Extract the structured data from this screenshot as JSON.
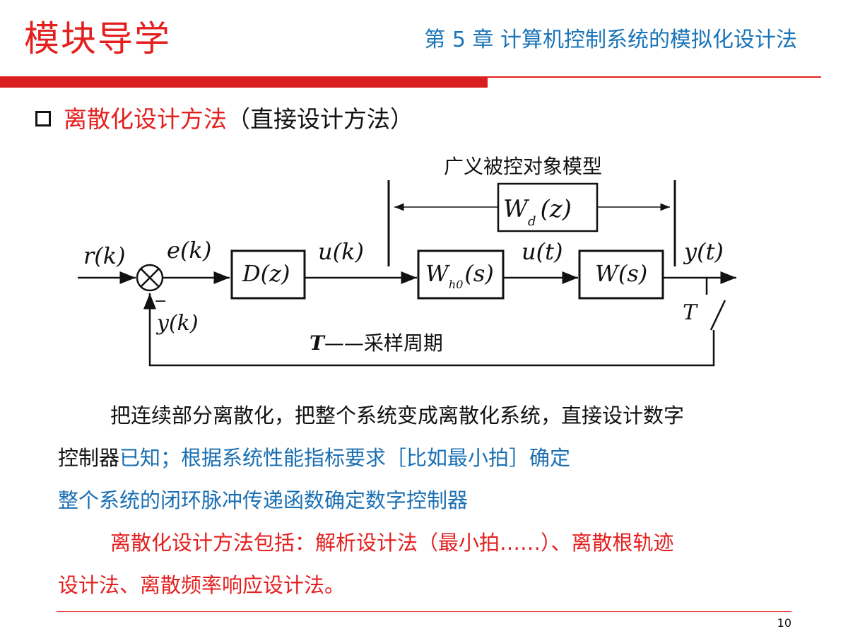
{
  "header": {
    "module_title": "模块导学",
    "chapter_title": "第 5 章  计算机控制系统的模拟化设计法"
  },
  "section": {
    "title_red": "离散化设计方法",
    "title_black": "（直接设计方法）"
  },
  "diagram": {
    "plant_model_label": "广义被控对象模型",
    "wd_label": "W",
    "wd_sub": "d",
    "wd_arg": "(z)",
    "r_label": "r(k)",
    "e_label": "e(k)",
    "minus_label": "−",
    "y_k_label": "y(k)",
    "controller_label": "D(z)",
    "u_k_label": "u(k)",
    "hold_label": "W",
    "hold_sub": "h0",
    "hold_arg": "(s)",
    "u_t_label": "u(t)",
    "plant_label": "W(s)",
    "y_t_label": "y(t)",
    "switch_label": "T",
    "period_note_T": "T",
    "period_note_text": "——采样周期"
  },
  "body": {
    "p1_line1": "把连续部分离散化，把整个系统变成离散化系统，直接设计数字",
    "p1_line2_black": "控制器",
    "p1_line2_blue": "已知；根据系统性能指标要求［比如最小拍］确定",
    "p1_line3_blue": "整个系统的闭环脉冲传递函数确定数字控制器",
    "p2_line1": "离散化设计方法包括：解析设计法（最小拍……）、离散根轨迹",
    "p2_line2": "设计法、离散频率响应设计法。"
  },
  "footer": {
    "page_number": "10"
  },
  "colors": {
    "accent_red": "#e41f1f",
    "accent_blue": "#1a74b8"
  }
}
